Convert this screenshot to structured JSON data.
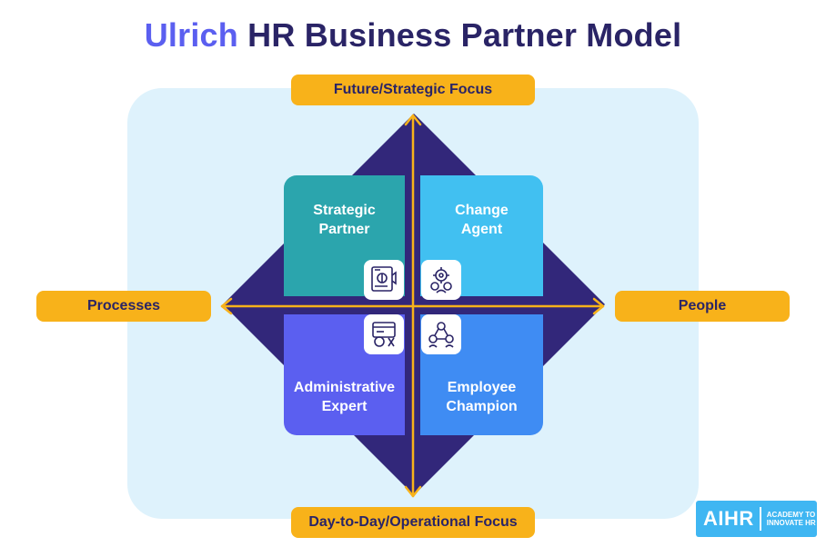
{
  "title": {
    "accent": "Ulrich",
    "rest": "HR Business Partner Model"
  },
  "axes": {
    "top": "Future/Strategic Focus",
    "bottom": "Day-to-Day/Operational Focus",
    "left": "Processes",
    "right": "People"
  },
  "quadrants": [
    {
      "line1": "Strategic",
      "line2": "Partner",
      "color": "#2ba5ad",
      "icon": "strategy-board-icon"
    },
    {
      "line1": "Change",
      "line2": "Agent",
      "color": "#41c0f1",
      "icon": "gears-head-icon"
    },
    {
      "line1": "Administrative",
      "line2": "Expert",
      "color": "#5b5ff0",
      "icon": "admin-tools-icon"
    },
    {
      "line1": "Employee",
      "line2": "Champion",
      "color": "#3f8cf3",
      "icon": "people-network-icon"
    }
  ],
  "logo": {
    "mark": "AIHR",
    "tagline1": "ACADEMY TO",
    "tagline2": "INNOVATE HR"
  },
  "colors": {
    "navy": "#2a2466",
    "accent": "#5b5ff0",
    "pill": "#f8b21a",
    "diamond": "#32277a",
    "panel": "#def2fc"
  }
}
